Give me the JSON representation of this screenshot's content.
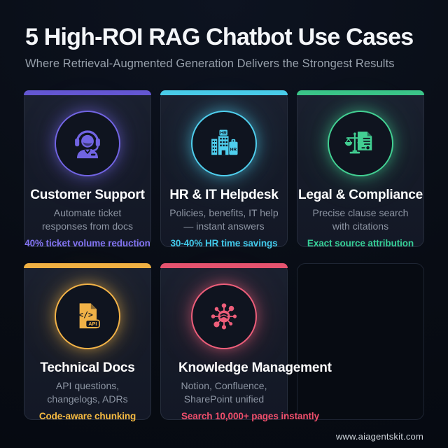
{
  "page": {
    "title": "5 High-ROI RAG Chatbot Use Cases",
    "subtitle": "Where Retrieval-Augmented Generation Delivers the Strongest Results",
    "footer_url": "www.aiagentskit.com",
    "background_color": "#080c14"
  },
  "cards": [
    {
      "title": "Customer Support",
      "description": "Automate ticket responses from docs",
      "metric": "40% ticket volume reduction",
      "icon": "support-agent-icon",
      "accent_color": "#7164e2",
      "bar_color": "#6457d2",
      "metric_color": "#8273f0"
    },
    {
      "title": "HR & IT Helpdesk",
      "description": "Policies, benefits, IT help — instant answers",
      "metric": "30-40% HR time savings",
      "icon": "hr-buildings-icon",
      "icon_labels": {
        "sign": "HR",
        "badge": "HR"
      },
      "accent_color": "#4fcfee",
      "bar_color": "#49cbe8",
      "metric_color": "#41c9e9"
    },
    {
      "title": "Legal & Compliance",
      "description": "Precise clause search with citations",
      "metric": "Exact source attribution",
      "icon": "legal-scales-icon",
      "accent_color": "#42cf92",
      "bar_color": "#3bc488",
      "metric_color": "#36d096"
    },
    {
      "title": "Technical Docs",
      "description": "API questions, changelogs, ADRs",
      "metric": "Code-aware chunking",
      "icon": "api-document-icon",
      "icon_labels": {
        "code": "</>",
        "badge": "API"
      },
      "accent_color": "#f1b247",
      "bar_color": "#f0b043",
      "metric_color": "#f6ba42"
    },
    {
      "title": "Knowledge Management",
      "description": "Notion, Confluence, SharePoint unified",
      "metric": "Search 10,000+ pages instantly",
      "icon": "knowledge-network-icon",
      "accent_color": "#ee5e7a",
      "bar_color": "#e5536f",
      "metric_color": "#f04f6c",
      "overflow": true
    }
  ]
}
